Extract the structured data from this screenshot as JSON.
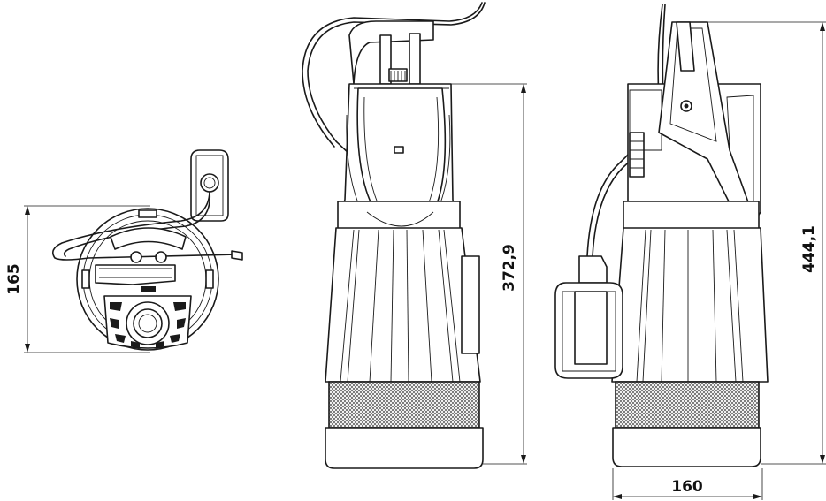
{
  "drawing": {
    "dimensions": {
      "view_top_diameter": "165",
      "view_front_height": "372,9",
      "view_side_height": "444,1",
      "view_side_width": "160"
    }
  }
}
